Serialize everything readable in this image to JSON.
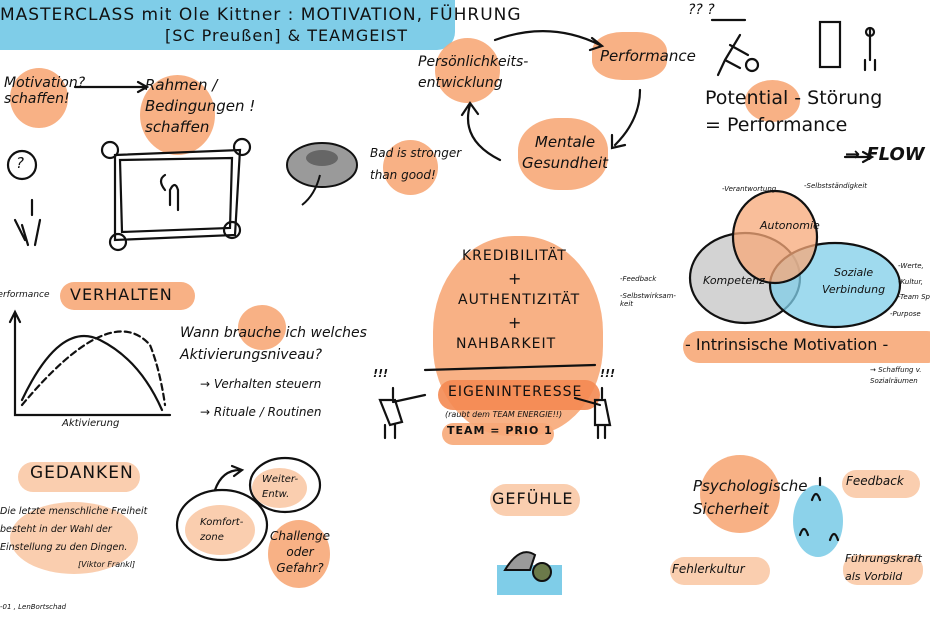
{
  "colors": {
    "orange": "#f7a878",
    "pale_orange": "#fac9a6",
    "blue": "#7fcde8",
    "grey": "#c8c8c8",
    "ink": "#111111"
  },
  "title": {
    "line1": "MASTERCLASS mit Ole Kittner : MOTIVATION, FÜHRUNG",
    "line2": "[SC Preußen] & TEAMGEIST"
  },
  "top_left": {
    "motivation": "Motivation?\nschaffen!",
    "rahmen": "Rahmen /\nBedingungen !\nschaffen",
    "bad": "Bad is stronger\nthan good!",
    "question": "?"
  },
  "cycle": {
    "persoenlichkeit": "Persönlichkeits-\nentwicklung",
    "performance": "Performance",
    "mentale": "Mentale\nGesundheit"
  },
  "top_right": {
    "question_marks": "?? ?",
    "potential": "Potential - Störung\n= Performance",
    "flow": "→ FLOW"
  },
  "venn": {
    "autonomie": "Autonomie",
    "kompetenz": "Kompetenz",
    "soziale": "Soziale\nVerbindung",
    "top_notes": [
      "-Verantwortung",
      "-Selbstständigkeit"
    ],
    "left_notes": [
      "-Feedback",
      "-Selbstwirksam-\nkeit"
    ],
    "right_notes": [
      "-Werte,",
      "-Kultur,",
      "-Team Spirit",
      "-Purpose"
    ],
    "banner": "- Intrinsische Motivation -",
    "note": "→ Schaffung v.\nSozialräumen"
  },
  "verhalten": {
    "axis_y": "Performance",
    "title": "VERHALTEN",
    "axis_x": "Aktivierung",
    "question": "Wann brauche ich welches\nAktivierungsniveau?",
    "bullets": [
      "→ Verhalten steuern",
      "→ Rituale / Routinen"
    ]
  },
  "center": {
    "line1": "KREDIBILITÄT",
    "plus1": "+",
    "line2": "AUTHENTIZITÄT",
    "plus2": "+",
    "line3": "NAHBARKEIT",
    "eigen": "EIGENINTERESSE",
    "raubt": "(raubt dem TEAM ENERGIE!!)",
    "team": "TEAM = PRIO 1",
    "excl": "!!!"
  },
  "gedanken": {
    "title": "GEDANKEN",
    "quote": "Die letzte menschliche Freiheit\nbesteht in der Wahl der\nEinstellung zu den Dingen.",
    "author": "[Viktor Frankl]"
  },
  "zones": {
    "komfort": "Komfort-\nzone",
    "weiter": "Weiter-\nEntw.",
    "challenge": "Challenge\noder\nGefahr?"
  },
  "gefuehle": {
    "title": "GEFÜHLE"
  },
  "psych": {
    "title": "Psychologische\nSicherheit",
    "feedback": "Feedback",
    "fehler": "Fehlerkultur",
    "fuehrung": "Führungskraft\nals Vorbild"
  },
  "credit": "-01 , LenBortschad"
}
